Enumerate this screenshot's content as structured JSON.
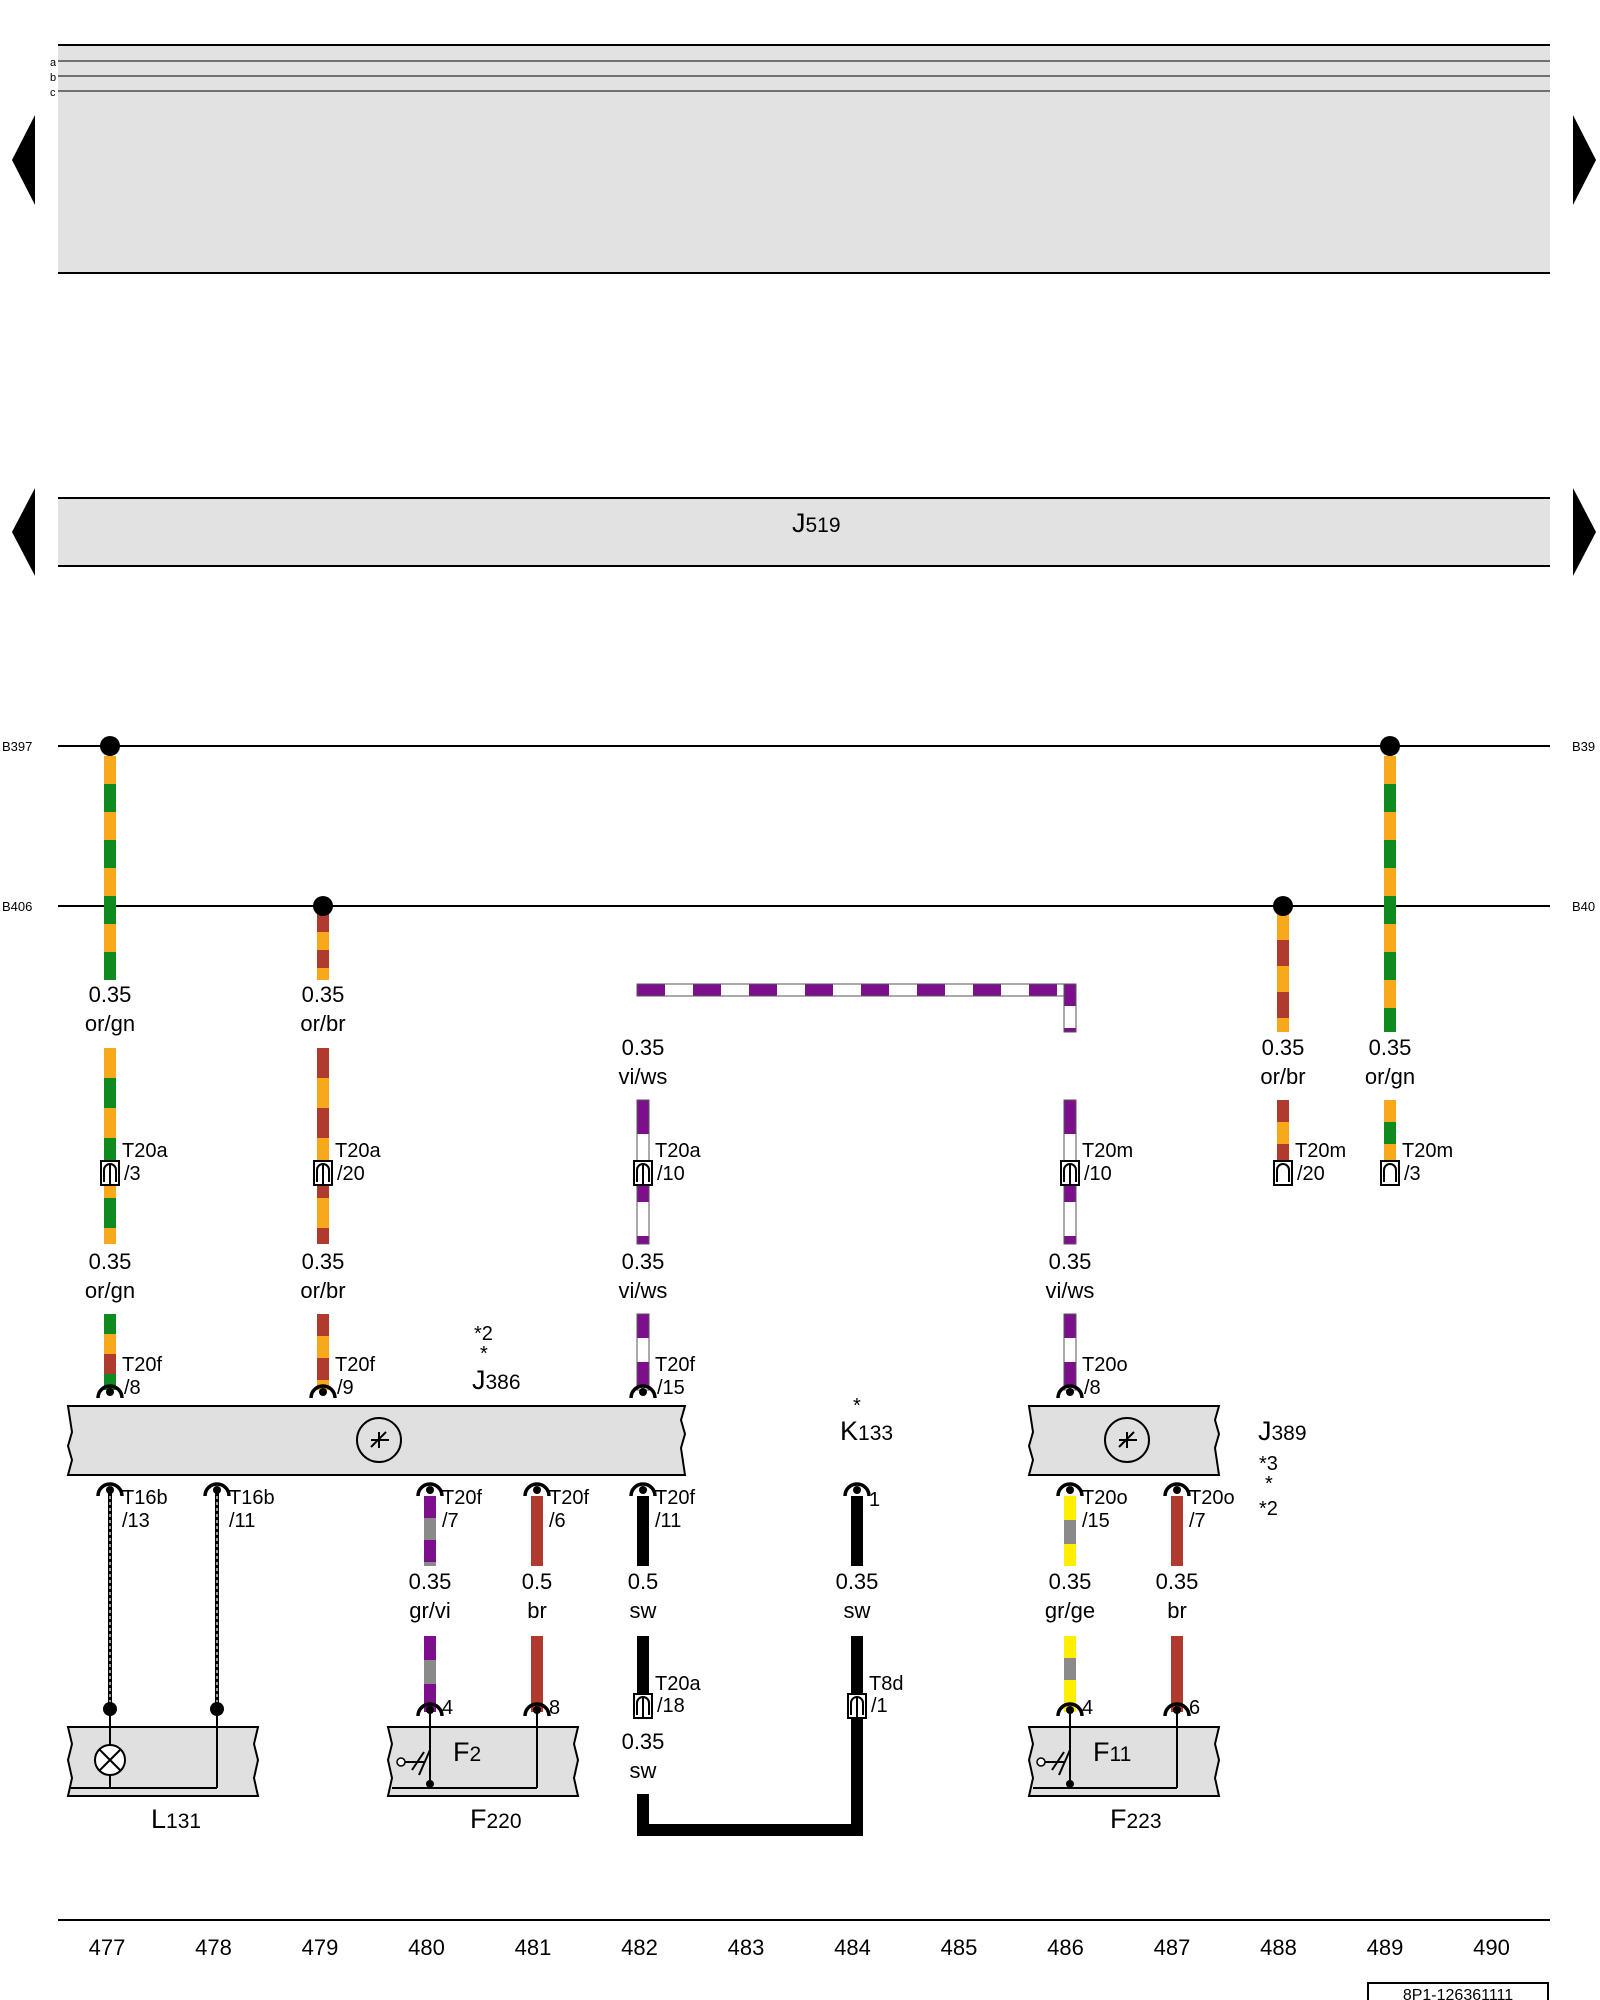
{
  "diagram": {
    "top_band_labels": [
      "a",
      "b",
      "c"
    ],
    "j519": {
      "main": "J",
      "sub": "519"
    },
    "bus_lines": {
      "b397_left": "B397",
      "b397_right": "B39",
      "b406_left": "B406",
      "b406_right": "B40"
    },
    "colors": {
      "or": "#f7a81b",
      "gn": "#0e8a1e",
      "br": "#b03a2e",
      "vi": "#7d0f8c",
      "ws": "#ffffff",
      "gr": "#8a8a8a",
      "ge": "#ffee00",
      "sw": "#000000",
      "box_fill": "#e0e0e0",
      "band_fill": "#e2e2e2"
    },
    "wire_labels": [
      {
        "size": "0.35",
        "color": "or/gn"
      },
      {
        "size": "0.35",
        "color": "or/br"
      },
      {
        "size": "0.35",
        "color": "vi/ws"
      },
      {
        "size": "0.35",
        "color": "or/br"
      },
      {
        "size": "0.35",
        "color": "or/gn"
      },
      {
        "size": "0.35",
        "color": "or/gn"
      },
      {
        "size": "0.35",
        "color": "or/br"
      },
      {
        "size": "0.35",
        "color": "vi/ws"
      },
      {
        "size": "0.35",
        "color": "vi/ws"
      },
      {
        "size": "0.35",
        "color": "gr/vi"
      },
      {
        "size": "0.5",
        "color": "br"
      },
      {
        "size": "0.5",
        "color": "sw"
      },
      {
        "size": "0.35",
        "color": "sw"
      },
      {
        "size": "0.35",
        "color": "gr/ge"
      },
      {
        "size": "0.35",
        "color": "br"
      },
      {
        "size": "0.35",
        "color": "sw"
      }
    ],
    "connectors": [
      {
        "name": "T20a",
        "pin": "/3"
      },
      {
        "name": "T20a",
        "pin": "/20"
      },
      {
        "name": "T20a",
        "pin": "/10"
      },
      {
        "name": "T20m",
        "pin": "/10"
      },
      {
        "name": "T20m",
        "pin": "/20"
      },
      {
        "name": "T20m",
        "pin": "/3"
      },
      {
        "name": "T20f",
        "pin": "/8"
      },
      {
        "name": "T20f",
        "pin": "/9"
      },
      {
        "name": "T20f",
        "pin": "/15"
      },
      {
        "name": "T20o",
        "pin": "/8"
      },
      {
        "name": "T16b",
        "pin": "/13"
      },
      {
        "name": "T16b",
        "pin": "/11"
      },
      {
        "name": "T20f",
        "pin": "/7"
      },
      {
        "name": "T20f",
        "pin": "/6"
      },
      {
        "name": "T20f",
        "pin": "/11"
      },
      {
        "name": "T20o",
        "pin": "/15"
      },
      {
        "name": "T20o",
        "pin": "/7"
      },
      {
        "name": "T20a",
        "pin": "/18"
      },
      {
        "name": "T8d",
        "pin": "/1"
      }
    ],
    "pins": [
      "1",
      "4",
      "8",
      "4",
      "6"
    ],
    "components": {
      "j386": {
        "main": "J",
        "sub": "386",
        "notes": [
          "*2",
          "*"
        ]
      },
      "j389": {
        "main": "J",
        "sub": "389",
        "notes": [
          "*3",
          "*",
          "*2"
        ]
      },
      "k133": {
        "main": "K",
        "sub": "133",
        "note": "*"
      },
      "l131": {
        "main": "L",
        "sub": "131"
      },
      "f220": {
        "main": "F",
        "sub": "220",
        "inner_main": "F",
        "inner_sub": "2"
      },
      "f223": {
        "main": "F",
        "sub": "223",
        "inner_main": "F",
        "inner_sub": "11"
      }
    },
    "ruler": [
      "477",
      "478",
      "479",
      "480",
      "481",
      "482",
      "483",
      "484",
      "485",
      "486",
      "487",
      "488",
      "489",
      "490"
    ],
    "reference": "8P1-126361111"
  }
}
